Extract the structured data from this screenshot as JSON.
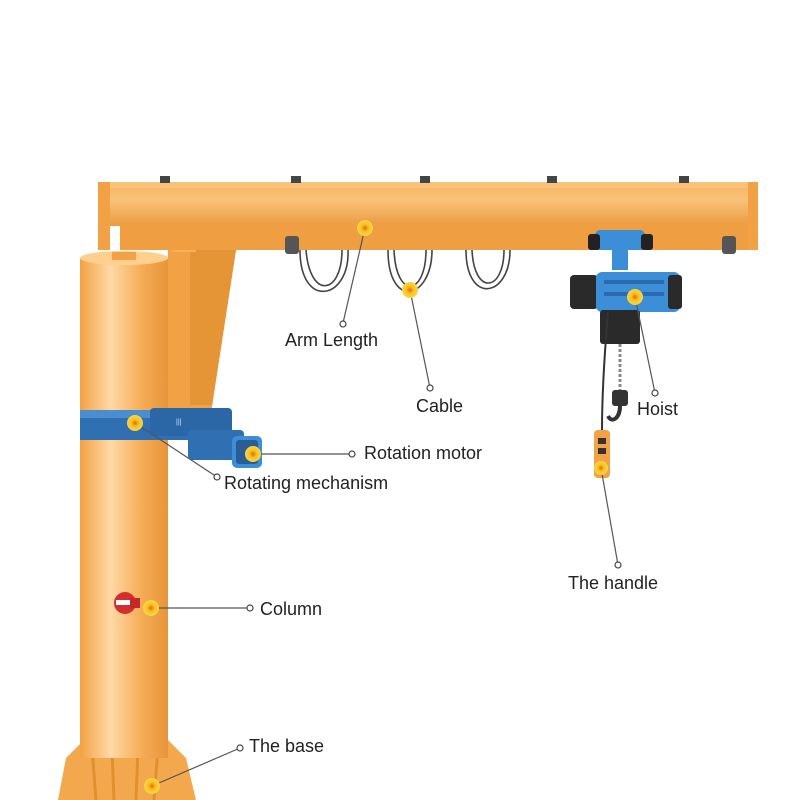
{
  "colors": {
    "crane_body": "#f6ab4a",
    "crane_light": "#ffd7a0",
    "crane_shadow": "#e0902f",
    "hoist_blue": "#3c8fd6",
    "hoist_dark": "#2a2a2a",
    "marker": "#f7c21c",
    "marker_center": "#e8661b",
    "leader": "#555555"
  },
  "labels": {
    "arm_length": "Arm Length",
    "cable": "Cable",
    "hoist": "Hoist",
    "rotation_motor": "Rotation motor",
    "rotating_mechanism": "Rotating mechanism",
    "the_handle": "The handle",
    "column": "Column",
    "the_base": "The base"
  }
}
